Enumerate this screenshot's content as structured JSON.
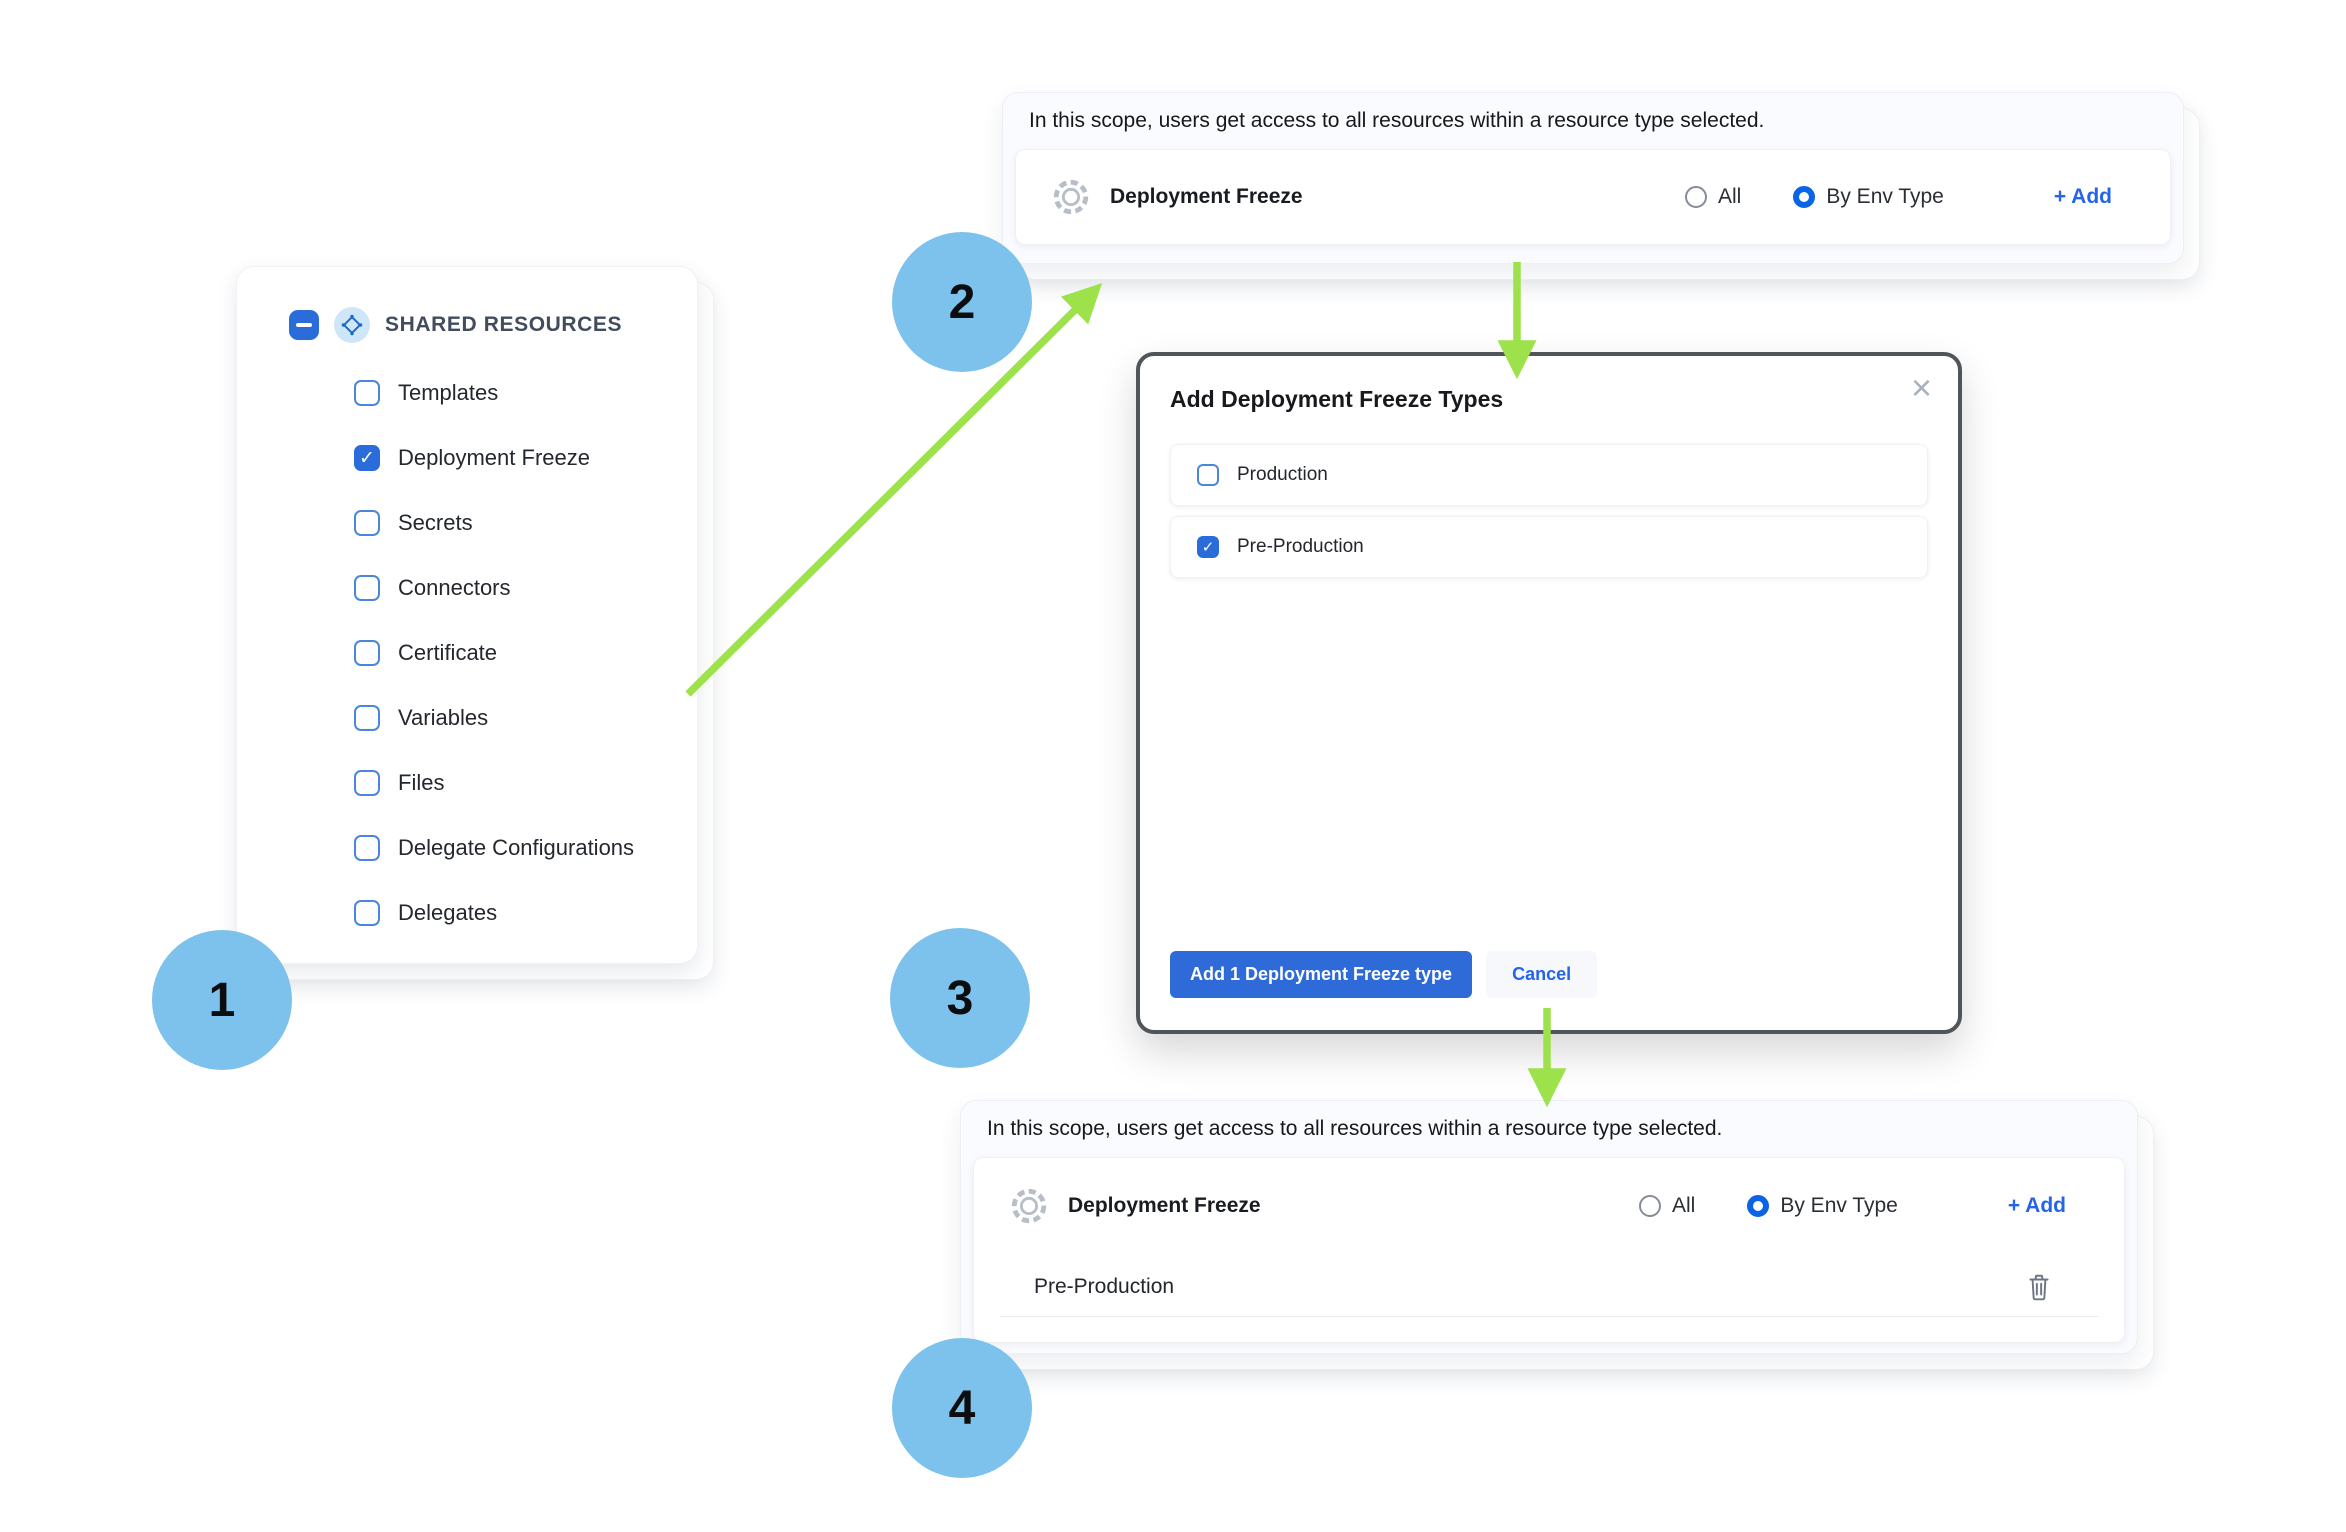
{
  "annotations": {
    "steps": [
      "1",
      "2",
      "3",
      "4"
    ]
  },
  "colors": {
    "accent_blue": "#2A6CD9",
    "link_blue": "#2563EB",
    "selected_radio_blue": "#0B63E5",
    "step_circle_blue": "#7DC2ED",
    "arrow_green": "#9DE14B",
    "modal_border": "#50555A"
  },
  "icons": {
    "close": "×",
    "gear": "gear-outline",
    "trash": "trash-outline",
    "shared_resources": "diamond-with-dots",
    "collapse": "minus",
    "check": "checkmark"
  },
  "resource_tree": {
    "header": "SHARED RESOURCES",
    "items": [
      {
        "label": "Templates",
        "checked": false
      },
      {
        "label": "Deployment Freeze",
        "checked": true
      },
      {
        "label": "Secrets",
        "checked": false
      },
      {
        "label": "Connectors",
        "checked": false
      },
      {
        "label": "Certificate",
        "checked": false
      },
      {
        "label": "Variables",
        "checked": false
      },
      {
        "label": "Files",
        "checked": false
      },
      {
        "label": "Delegate Configurations",
        "checked": false
      },
      {
        "label": "Delegates",
        "checked": false
      }
    ]
  },
  "scope_panel_top": {
    "description": "In this scope, users get access to all resources within a resource type selected.",
    "resource_label": "Deployment Freeze",
    "radio_all": "All",
    "radio_by_env": "By Env Type",
    "all_selected": false,
    "by_env_selected": true,
    "add_label": "+ Add"
  },
  "modal": {
    "title": "Add Deployment Freeze Types",
    "options": [
      {
        "label": "Production",
        "checked": false
      },
      {
        "label": "Pre-Production",
        "checked": true
      }
    ],
    "primary_button": "Add 1 Deployment Freeze type",
    "cancel_button": "Cancel"
  },
  "scope_panel_bottom": {
    "description": "In this scope, users get access to all resources within a resource type selected.",
    "resource_label": "Deployment Freeze",
    "radio_all": "All",
    "radio_by_env": "By Env Type",
    "all_selected": false,
    "by_env_selected": true,
    "add_label": "+ Add",
    "selected_types": [
      {
        "label": "Pre-Production"
      }
    ]
  }
}
